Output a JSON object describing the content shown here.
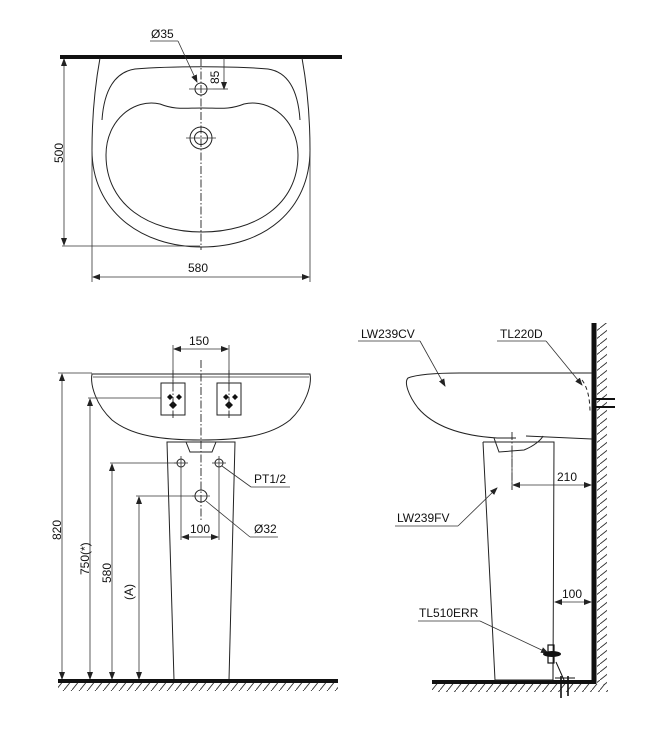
{
  "drawing": {
    "type": "technical-drawing",
    "subject": "pedestal washbasin installation dimensions",
    "units": "mm"
  },
  "top_view": {
    "dims": {
      "tap_hole_diameter": "Ø35",
      "tap_hole_offset": "85",
      "depth": "500",
      "width": "580"
    }
  },
  "front_view": {
    "dims": {
      "tap_spacing": "150",
      "supply_pipe": "PT1/2",
      "supply_spacing": "100",
      "waste_diameter": "Ø32",
      "total_height": "820",
      "rim_height": "750(*)",
      "supply_height": "580",
      "waste_height": "(A)"
    }
  },
  "side_view": {
    "labels": {
      "basin": "LW239CV",
      "bracket": "TL220D",
      "pedestal": "LW239FV",
      "floor_fixing": "TL510ERR"
    },
    "dims": {
      "drain_to_wall": "210",
      "pedestal_to_wall": "100"
    }
  }
}
